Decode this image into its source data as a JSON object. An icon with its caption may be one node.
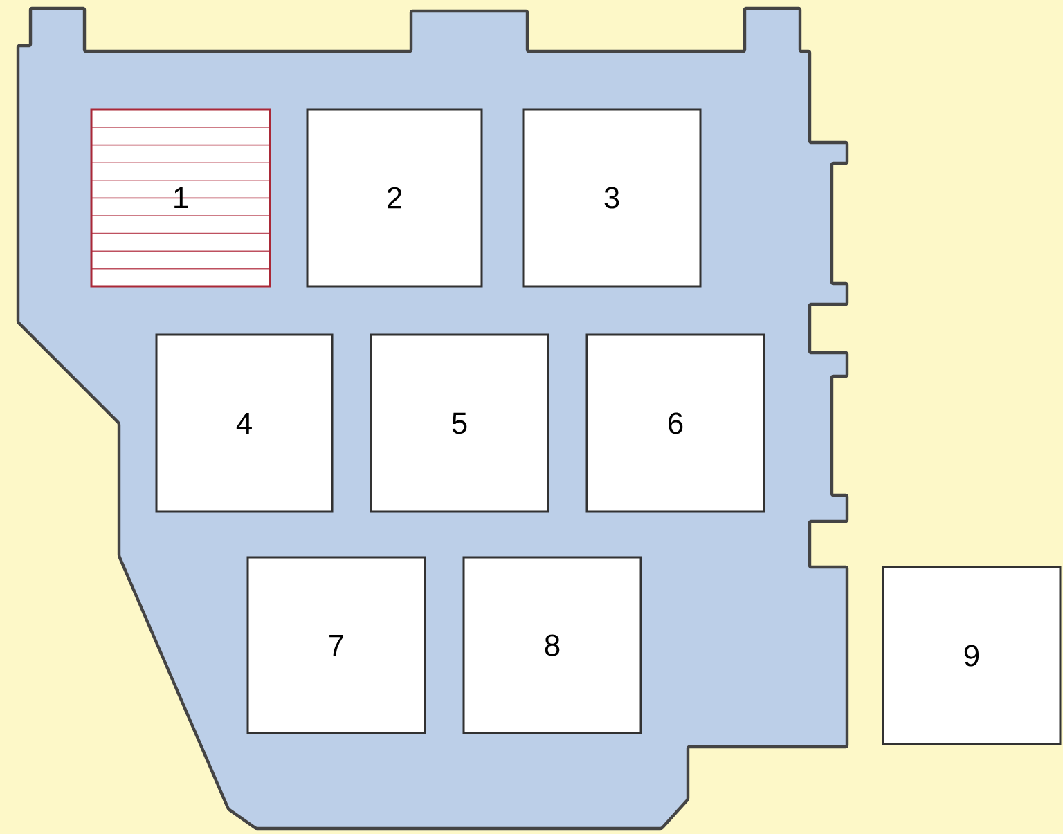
{
  "diagram": {
    "nodes": [
      {
        "text": [],
        "shape": "box"
      },
      {
        "text": [
          "1"
        ],
        "in": 0
      },
      {
        "text": [
          "2"
        ],
        "in": 0
      },
      {
        "text": [
          "3"
        ],
        "in": 0
      },
      {
        "text": [
          "4"
        ],
        "in": 0
      },
      {
        "text": [
          "5"
        ],
        "in": 0
      },
      {
        "text": [
          "6"
        ],
        "in": 0
      },
      {
        "text": [
          "7"
        ],
        "in": 0
      },
      {
        "text": [
          "8"
        ],
        "in": 0
      },
      {
        "text": [
          "9"
        ]
      }
    ]
  }
}
